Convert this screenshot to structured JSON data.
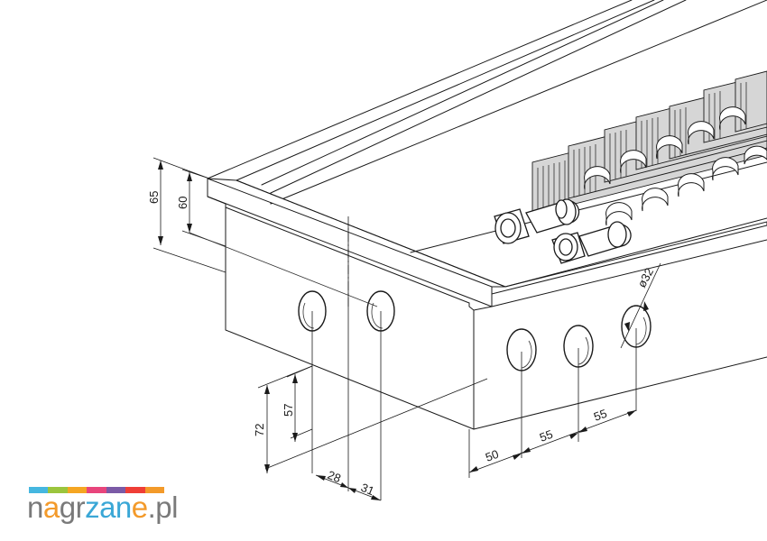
{
  "diagram": {
    "dimensions": {
      "height_outer": "65",
      "height_inner": "60",
      "hole_height_1": "72",
      "hole_height_2": "57",
      "hole_offset_1": "28",
      "hole_offset_2": "31",
      "front_offset": "50",
      "front_spacing_1": "55",
      "front_spacing_2": "55",
      "hole_diameter": "ø32"
    }
  },
  "brand": {
    "name_part1": "n",
    "name_part2": "a",
    "name_part3": "gr",
    "name_part4": "zan",
    "name_part5": "e",
    "name_part6": ".pl",
    "bar_colors": [
      "#45b7e0",
      "#9bc53d",
      "#f5a623",
      "#e8457c",
      "#7b5aa6",
      "#ef3e36",
      "#f39a2a"
    ]
  }
}
